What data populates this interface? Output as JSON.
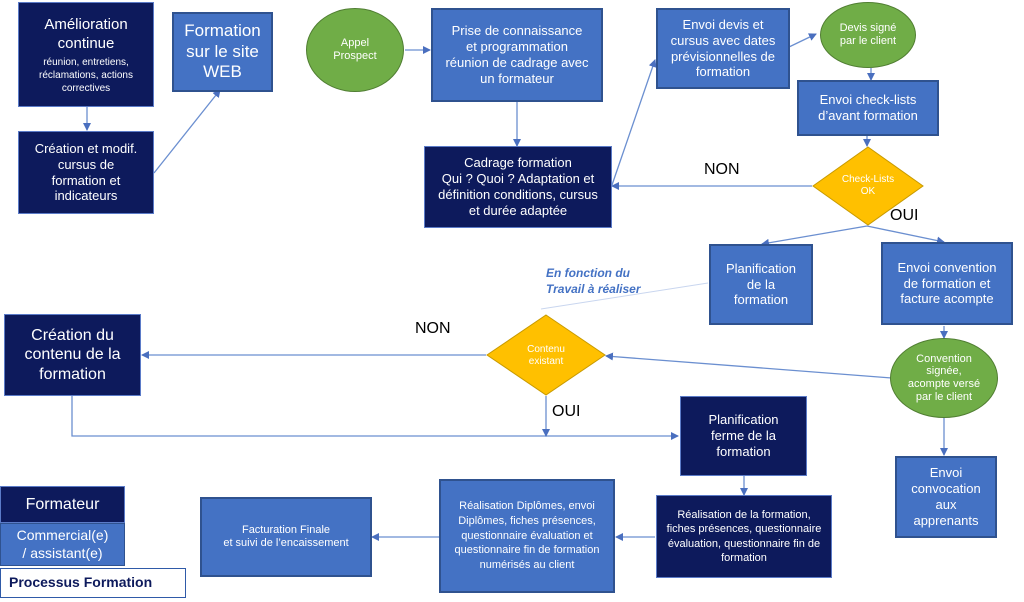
{
  "nodes": {
    "amelioration_title": "Amélioration continue",
    "amelioration_detail": "réunion, entretiens, réclamations, actions correctives",
    "creation_modif": "Création et modif. cursus de formation et indicateurs",
    "formation_web": "Formation sur le site WEB",
    "appel_prospect": "Appel Prospect",
    "prise_connaissance": "Prise de connaissance et programmation réunion de cadrage avec un formateur",
    "envoi_devis": "Envoi devis et cursus avec dates prévisionnelles de formation",
    "devis_signe": "Devis signé par le client",
    "envoi_checklists": "Envoi check-lists d’avant formation",
    "cadrage_formation": "Cadrage formation\nQui ? Quoi ? Adaptation et définition conditions, cursus et durée adaptée",
    "checklists_ok": "Check-Lists OK",
    "planification": "Planification de la formation",
    "envoi_convention": "Envoi convention de formation et facture acompte",
    "creation_contenu": "Création du contenu de la formation",
    "contenu_existant": "Contenu existant",
    "convention_signee": "Convention signée, acompte versé par le client",
    "planification_ferme": "Planification ferme de la formation",
    "envoi_convocation": "Envoi convocation aux apprenants",
    "facturation_finale": "Facturation Finale\net suivi de l’encaissement",
    "realisation_diplomes": "Réalisation Diplômes, envoi Diplômes, fiches présences, questionnaire évaluation et questionnaire fin de formation numérisés au client",
    "realisation_formation": "Réalisation de la formation, fiches présences, questionnaire évaluation, questionnaire fin de formation"
  },
  "edge_labels": {
    "non_1": "NON",
    "oui_1": "OUI",
    "non_2": "NON",
    "oui_2": "OUI",
    "annotation": "En fonction du\nTravail à réaliser"
  },
  "legend": {
    "formateur": "Formateur",
    "commercial": "Commercial(e)\n/ assistant(e)",
    "processus": "Processus Formation"
  },
  "colors": {
    "dark_box": "#0d1a5c",
    "mid_box": "#4472c4",
    "decision": "#ffc000",
    "event_circle": "#70ad47",
    "connector": "#6b8fd0",
    "annotation_text": "#4472c4"
  }
}
